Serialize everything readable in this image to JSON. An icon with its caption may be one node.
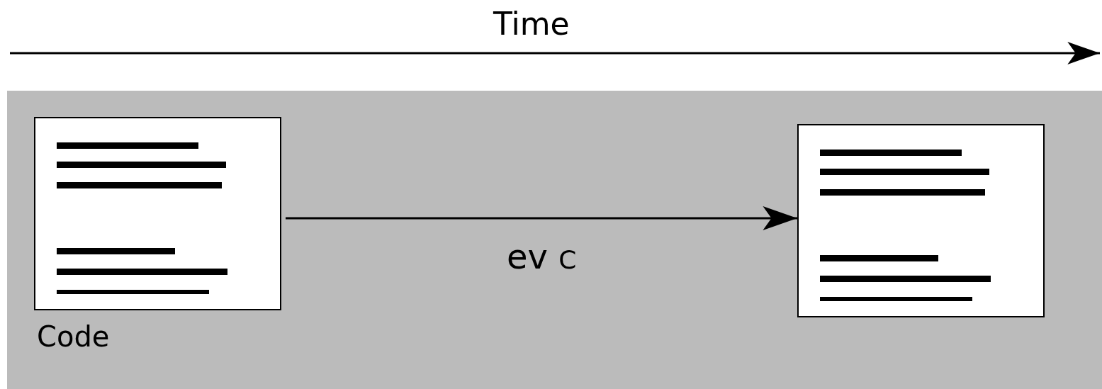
{
  "diagram": {
    "nodes": [
      {
        "text": [],
        "shape": "box"
      },
      {
        "text": [
          "Code"
        ],
        "in": 0
      },
      {
        "text": [],
        "shape": "box",
        "in": 0
      }
    ],
    "edges": [
      {
        "from": 1,
        "to": 2,
        "arrow": "to",
        "label": "ev $_{C}$"
      }
    ],
    "labels": [
      "Time"
    ]
  }
}
